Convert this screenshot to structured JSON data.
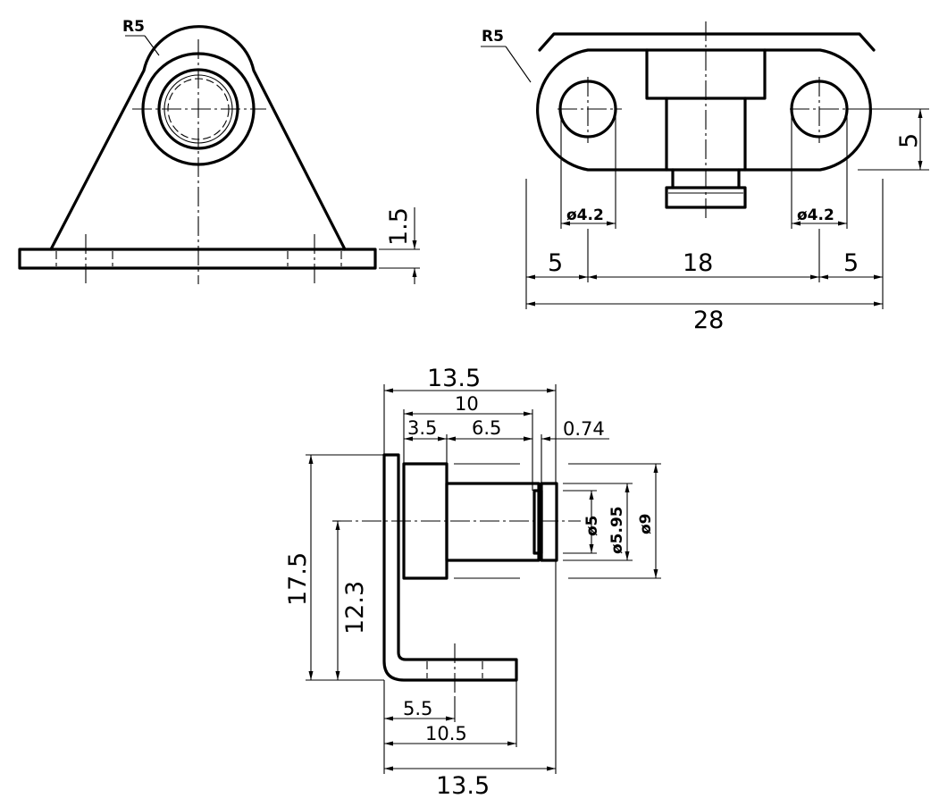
{
  "views": {
    "front": {
      "radius": "R5",
      "thickness": "1.5"
    },
    "top": {
      "radius": "R5",
      "hole_left": "ø4.2",
      "hole_right": "ø4.2",
      "height": "5",
      "span_left": "5",
      "span_middle": "18",
      "span_right": "5",
      "overall": "28"
    },
    "side": {
      "top_overall": "13.5",
      "top_10": "10",
      "top_3_5": "3.5",
      "top_6_5": "6.5",
      "groove": "0.74",
      "dia_5": "ø5",
      "dia_5_95": "ø5.95",
      "dia_9": "ø9",
      "height_17_5": "17.5",
      "height_12_3": "12.3",
      "foot_5_5": "5.5",
      "foot_10_5": "10.5",
      "bottom_overall": "13.5"
    }
  }
}
